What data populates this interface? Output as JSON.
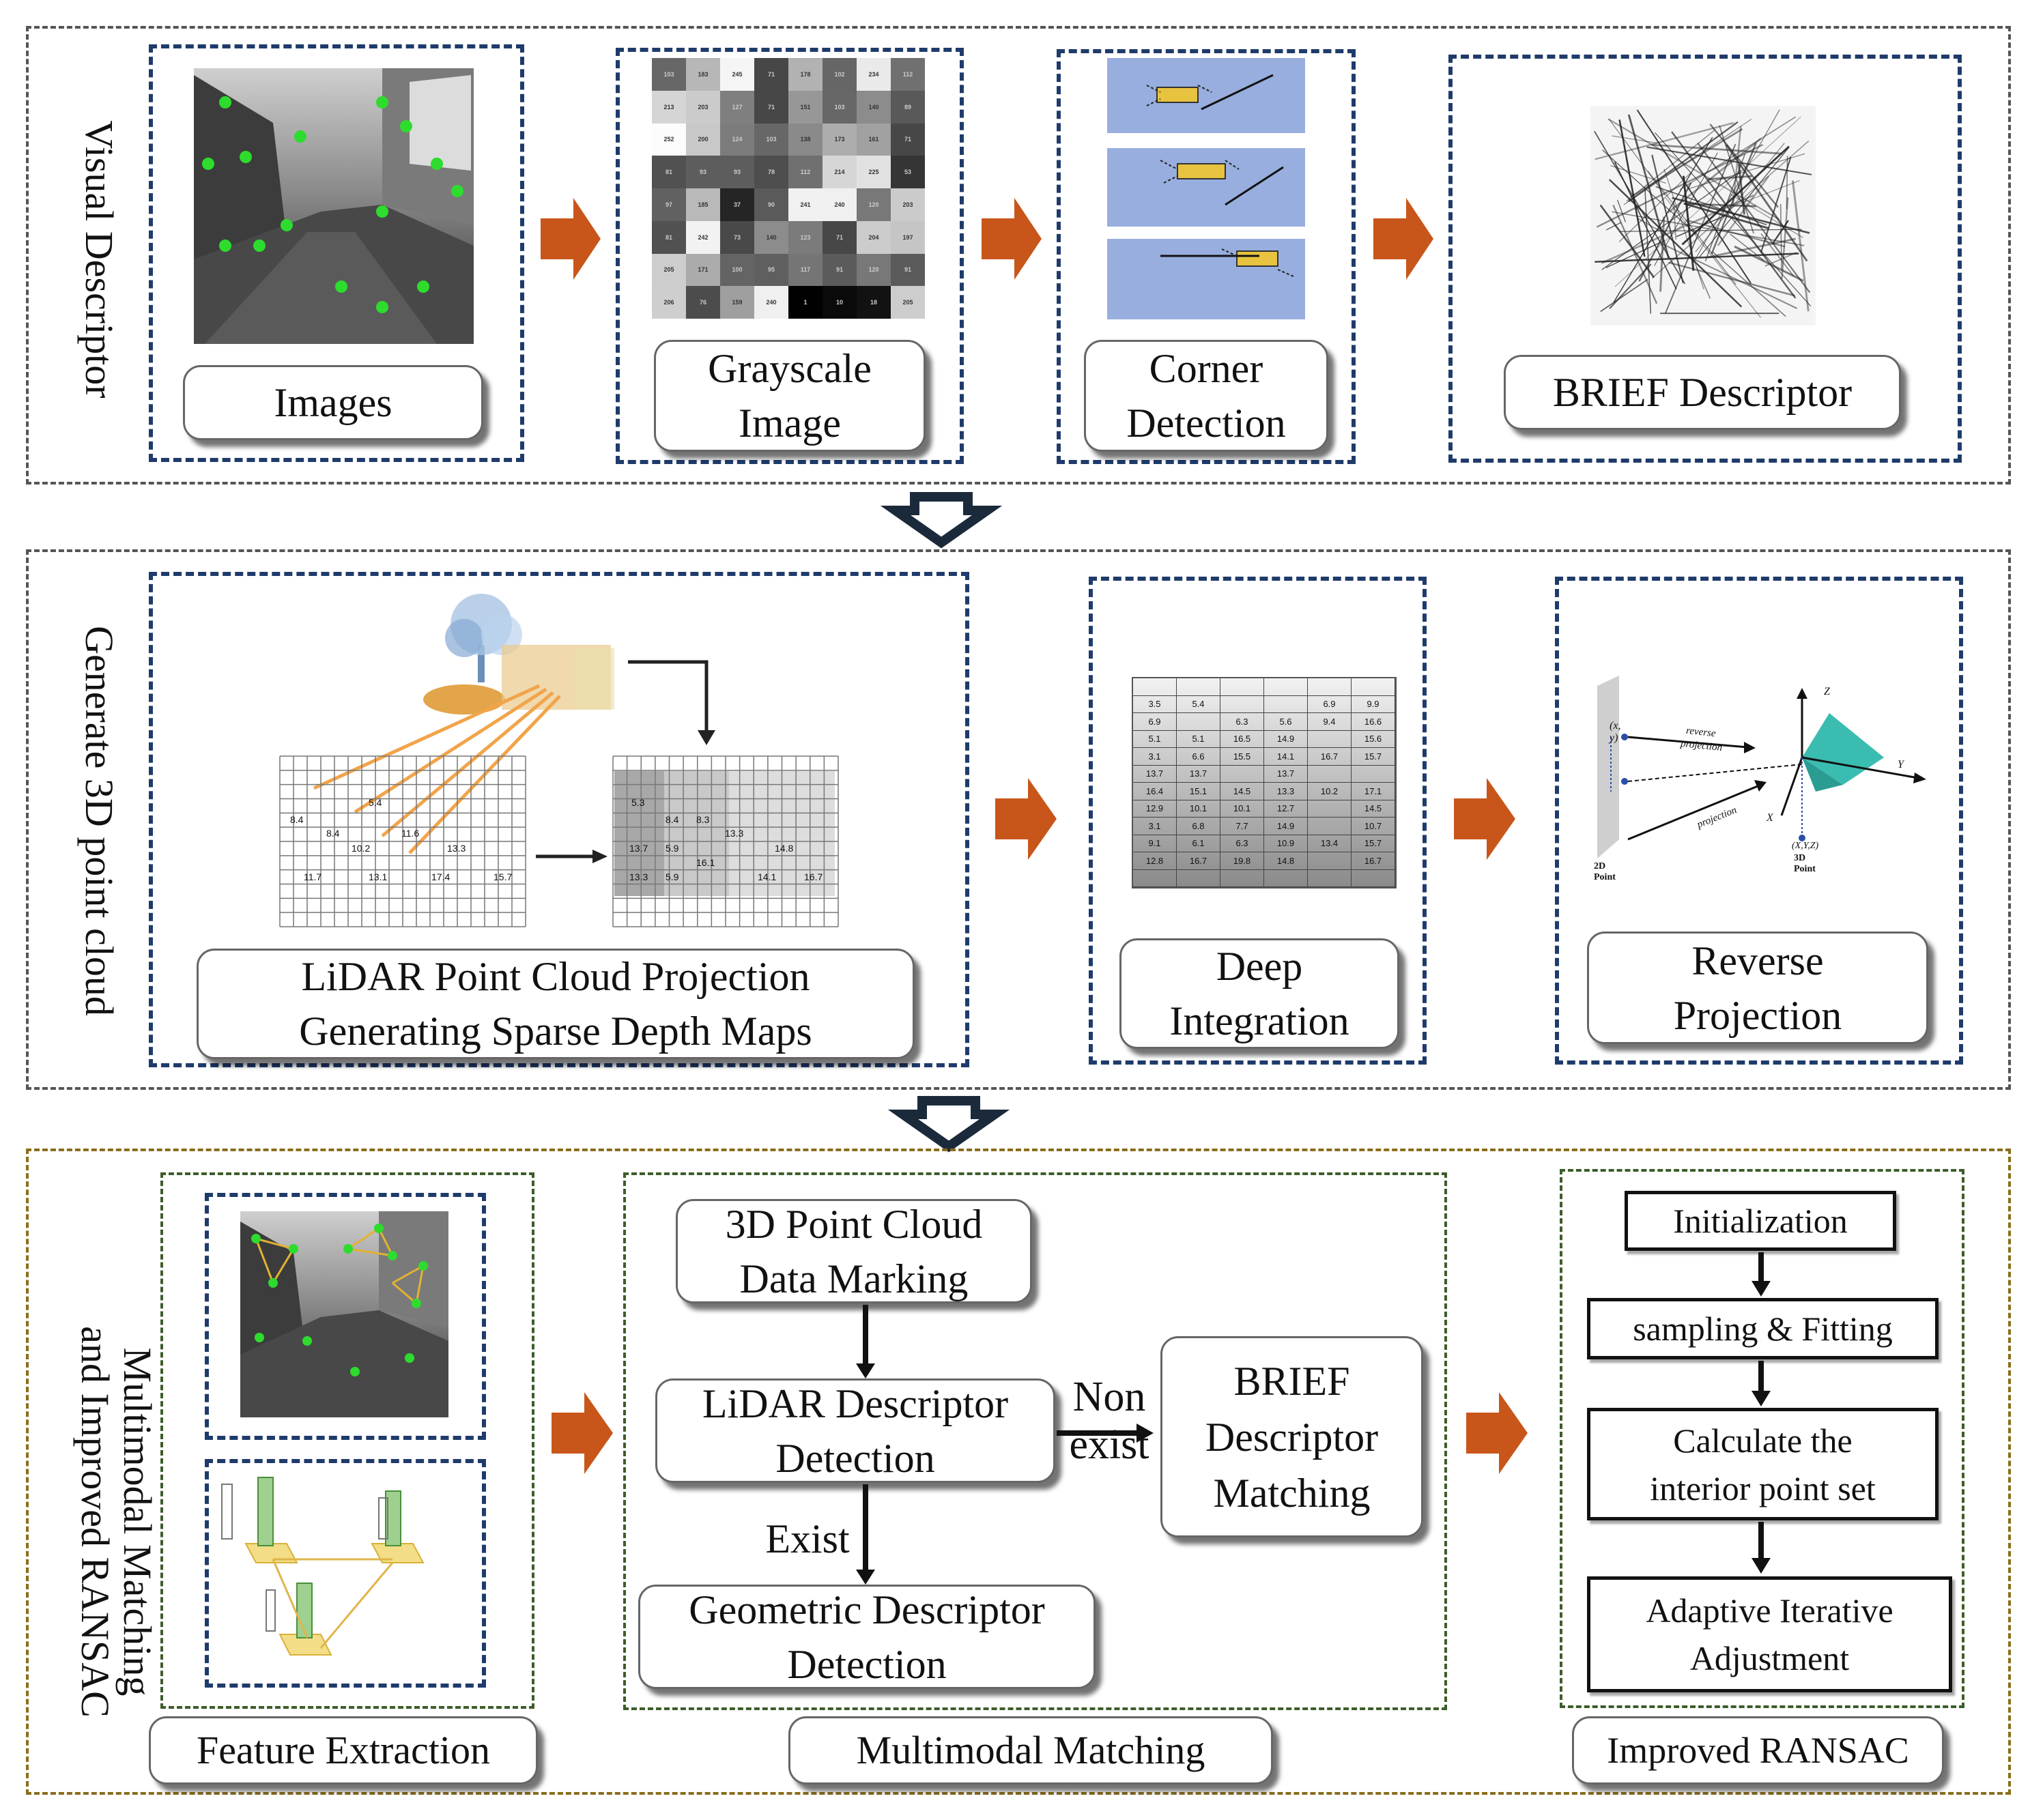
{
  "rows": {
    "visual_descriptor": "Visual Descriptor",
    "point_cloud": "Generate 3D point cloud",
    "matching": "Multimodal Matching\nand Improved RANSAC"
  },
  "labels": {
    "images": "Images",
    "grayscale": "Grayscale\nImage",
    "corner": "Corner\nDetection",
    "brief": "BRIEF Descriptor",
    "lidar_projection": "LiDAR Point Cloud Projection\nGenerating Sparse Depth Maps",
    "deep_integration": "Deep\nIntegration",
    "reverse_projection": "Reverse\nProjection",
    "feature_extraction": "Feature Extraction",
    "multimodal_matching": "Multimodal Matching",
    "improved_ransac": "Improved RANSAC"
  },
  "flow": {
    "data_marking": "3D Point Cloud\nData Marking",
    "lidar_descriptor": "LiDAR Descriptor\nDetection",
    "geometric_descriptor": "Geometric Descriptor\nDetection",
    "brief_matching": "BRIEF\nDescriptor\nMatching",
    "non_exist": "Non\nexist",
    "exist": "Exist"
  },
  "ransac": {
    "initialization": "Initialization",
    "sampling": "sampling & Fitting",
    "calculate": "Calculate the\ninterior point set",
    "adaptive": "Adaptive Iterative\nAdjustment"
  },
  "grayscale_values": [
    [
      "103",
      "183",
      "245",
      "71",
      "178",
      "102",
      "234",
      "112"
    ],
    [
      "213",
      "203",
      "127",
      "71",
      "151",
      "103",
      "140",
      "89"
    ],
    [
      "252",
      "200",
      "124",
      "103",
      "138",
      "173",
      "161",
      "71"
    ],
    [
      "81",
      "93",
      "93",
      "78",
      "112",
      "214",
      "225",
      "53"
    ],
    [
      "97",
      "185",
      "37",
      "90",
      "241",
      "240",
      "120",
      "203"
    ],
    [
      "81",
      "242",
      "73",
      "140",
      "123",
      "71",
      "204",
      "197"
    ],
    [
      "205",
      "171",
      "100",
      "95",
      "117",
      "91",
      "120",
      "91"
    ],
    [
      "206",
      "76",
      "159",
      "240",
      "1",
      "10",
      "18",
      "205"
    ]
  ],
  "sparse_depth_values": [
    "5.4",
    "8.4",
    "8.4",
    "11.6",
    "10.2",
    "13.3",
    "11.7",
    "13.1",
    "17.4",
    "15.7"
  ],
  "sparse_depth_right_values": [
    "5.3",
    "8.4",
    "8.3",
    "13.3",
    "13.7",
    "5.9",
    "16.1",
    "14.8",
    "13.3",
    "5.9",
    "14.1",
    "16.7"
  ],
  "dense_depth_values": [
    [
      "3.5",
      "5.4",
      "",
      "",
      "6.9",
      "9.9"
    ],
    [
      "6.9",
      "",
      "6.3",
      "5.6",
      "9.4",
      "16.6"
    ],
    [
      "5.1",
      "5.1",
      "16.5",
      "14.9",
      "",
      "15.6"
    ],
    [
      "3.1",
      "6.6",
      "15.5",
      "14.1",
      "16.7",
      "15.7"
    ],
    [
      "13.7",
      "13.7",
      "",
      "13.7",
      "",
      ""
    ],
    [
      "16.4",
      "15.1",
      "14.5",
      "13.3",
      "10.2",
      "17.1"
    ],
    [
      "12.9",
      "10.1",
      "10.1",
      "12.7",
      "",
      "14.5"
    ],
    [
      "3.1",
      "6.8",
      "7.7",
      "14.9",
      "",
      "10.7"
    ],
    [
      "9.1",
      "6.1",
      "6.3",
      "10.9",
      "13.4",
      "15.7"
    ],
    [
      "12.8",
      "16.7",
      "19.8",
      "14.8",
      "",
      "16.7"
    ]
  ],
  "reverse_proj_texts": {
    "xy": "(x, y)",
    "reverse": "reverse",
    "projection1": "projection",
    "projection2": "projection",
    "point2d": "2D Point",
    "xyz": "(X,Y,Z)",
    "point3d": "3D Point",
    "z": "Z",
    "y": "Y",
    "x": "X"
  },
  "colors": {
    "arrow_orange": "#c8561a",
    "panel_blue": "#1f3b6b",
    "panel_green": "#3d5d2a",
    "section_gold": "#8a6d1c",
    "corner_blue": "#98aedf",
    "teal_frustum": "#3bbcb0"
  }
}
